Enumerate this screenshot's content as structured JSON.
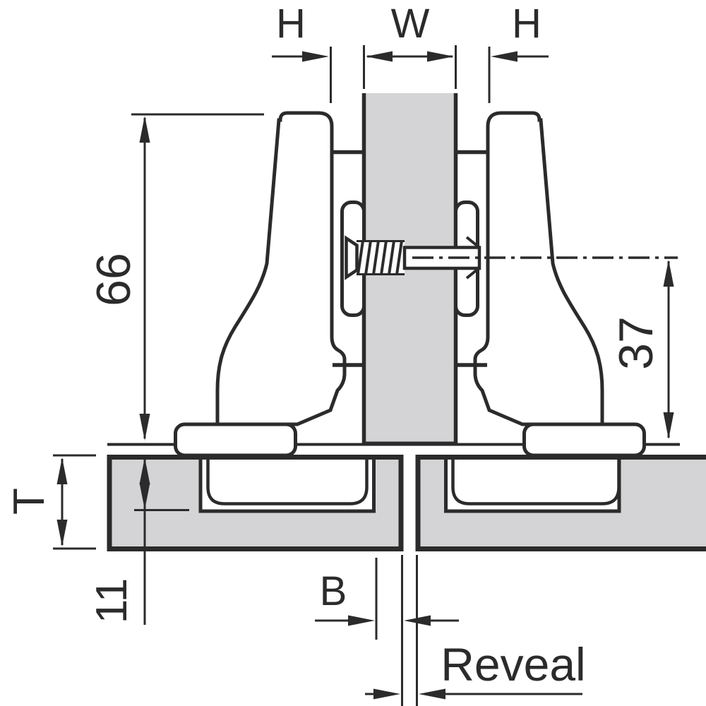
{
  "diagram": {
    "type": "technical-drawing",
    "subject": "concealed cabinet hinge cross-section mounted on a center partition with two doors",
    "labels": {
      "h_left": "H",
      "w": "W",
      "h_right": "H",
      "hinge_height": "66",
      "axis_to_surface": "37",
      "door_thickness": "T",
      "cup_depth": "11",
      "cup_distance": "B",
      "reveal": "Reveal"
    }
  },
  "colors": {
    "line": "#2b2b2c",
    "panel_fill": "#d4d4d6",
    "background": "#ffffff"
  }
}
